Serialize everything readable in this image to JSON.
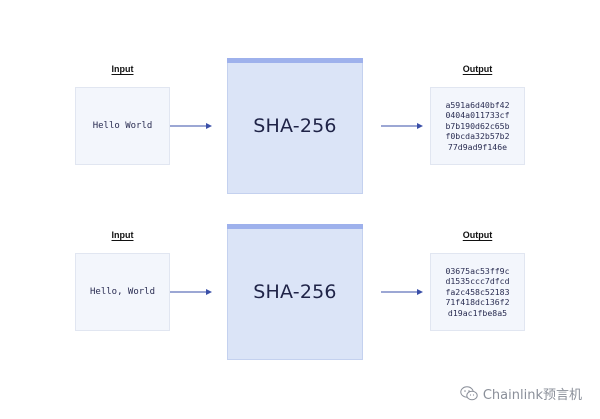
{
  "column_labels": {
    "input": "Input",
    "output": "Output"
  },
  "rows": [
    {
      "input_text": "Hello World",
      "hash_function": "SHA-256",
      "output_lines": [
        "a591a6d40bf42",
        "0404a011733cf",
        "b7b190d62c65b",
        "f0bcda32b57b2",
        "77d9ad9f146e"
      ]
    },
    {
      "input_text": "Hello, World",
      "hash_function": "SHA-256",
      "output_lines": [
        "03675ac53ff9c",
        "d1535ccc7dfcd",
        "fa2c458c52183",
        "71f418dc136f2",
        "d19ac1fbe8a5"
      ]
    }
  ],
  "watermark": {
    "text": "Chainlink预言机",
    "icon": "wechat-icon"
  },
  "colors": {
    "arrow": "#3a4fa8",
    "hash_fill": "#dbe4f7",
    "hash_bar": "#9eb1ec",
    "box_fill": "#f3f6fc"
  }
}
